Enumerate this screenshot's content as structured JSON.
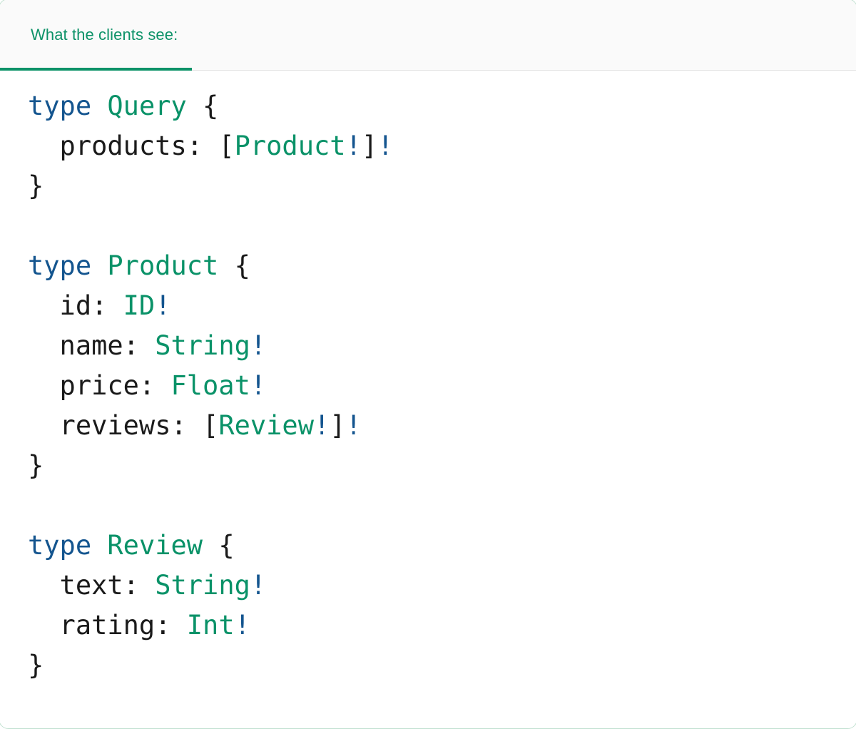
{
  "card": {
    "border_color": "#bfe0cf",
    "background": "#ffffff"
  },
  "tabstrip": {
    "background": "#fafafa",
    "active_accent": "#0d9268",
    "tabs": [
      {
        "label": "What the clients see:",
        "active": true
      }
    ]
  },
  "code": {
    "language": "graphql",
    "colors": {
      "keyword": "#14558f",
      "type_name": "#0a9268",
      "field_name": "#1a1a1a",
      "punctuation": "#1a1a1a",
      "non_null_bang": "#14558f"
    },
    "raw": "type Query {\n  products: [Product!]!\n}\n\ntype Product {\n  id: ID!\n  name: String!\n  price: Float!\n  reviews: [Review!]!\n}\n\ntype Review {\n  text: String!\n  rating: Int!\n}",
    "lines": [
      {
        "tokens": [
          {
            "t": "type",
            "c": "kw"
          },
          {
            "t": " ",
            "c": "punc"
          },
          {
            "t": "Query",
            "c": "type"
          },
          {
            "t": " {",
            "c": "punc"
          }
        ]
      },
      {
        "tokens": [
          {
            "t": "  products: ",
            "c": "field"
          },
          {
            "t": "[",
            "c": "punc"
          },
          {
            "t": "Product",
            "c": "type"
          },
          {
            "t": "!",
            "c": "bang"
          },
          {
            "t": "]",
            "c": "punc"
          },
          {
            "t": "!",
            "c": "bang"
          }
        ]
      },
      {
        "tokens": [
          {
            "t": "}",
            "c": "punc"
          }
        ]
      },
      {
        "tokens": []
      },
      {
        "tokens": [
          {
            "t": "type",
            "c": "kw"
          },
          {
            "t": " ",
            "c": "punc"
          },
          {
            "t": "Product",
            "c": "type"
          },
          {
            "t": " {",
            "c": "punc"
          }
        ]
      },
      {
        "tokens": [
          {
            "t": "  id: ",
            "c": "field"
          },
          {
            "t": "ID",
            "c": "type"
          },
          {
            "t": "!",
            "c": "bang"
          }
        ]
      },
      {
        "tokens": [
          {
            "t": "  name: ",
            "c": "field"
          },
          {
            "t": "String",
            "c": "type"
          },
          {
            "t": "!",
            "c": "bang"
          }
        ]
      },
      {
        "tokens": [
          {
            "t": "  price: ",
            "c": "field"
          },
          {
            "t": "Float",
            "c": "type"
          },
          {
            "t": "!",
            "c": "bang"
          }
        ]
      },
      {
        "tokens": [
          {
            "t": "  reviews: ",
            "c": "field"
          },
          {
            "t": "[",
            "c": "punc"
          },
          {
            "t": "Review",
            "c": "type"
          },
          {
            "t": "!",
            "c": "bang"
          },
          {
            "t": "]",
            "c": "punc"
          },
          {
            "t": "!",
            "c": "bang"
          }
        ]
      },
      {
        "tokens": [
          {
            "t": "}",
            "c": "punc"
          }
        ]
      },
      {
        "tokens": []
      },
      {
        "tokens": [
          {
            "t": "type",
            "c": "kw"
          },
          {
            "t": " ",
            "c": "punc"
          },
          {
            "t": "Review",
            "c": "type"
          },
          {
            "t": " {",
            "c": "punc"
          }
        ]
      },
      {
        "tokens": [
          {
            "t": "  text: ",
            "c": "field"
          },
          {
            "t": "String",
            "c": "type"
          },
          {
            "t": "!",
            "c": "bang"
          }
        ]
      },
      {
        "tokens": [
          {
            "t": "  rating: ",
            "c": "field"
          },
          {
            "t": "Int",
            "c": "type"
          },
          {
            "t": "!",
            "c": "bang"
          }
        ]
      },
      {
        "tokens": [
          {
            "t": "}",
            "c": "punc"
          }
        ]
      }
    ]
  }
}
